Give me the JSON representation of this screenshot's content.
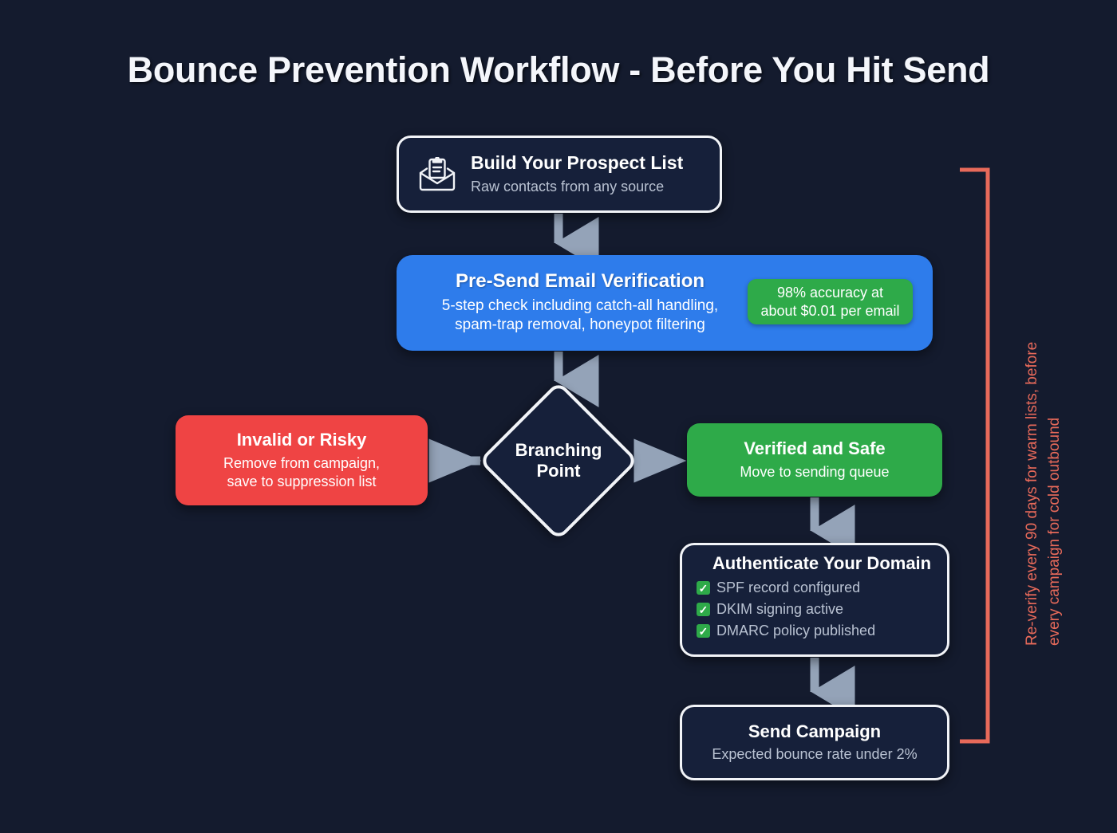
{
  "title": "Bounce Prevention Workflow - Before You Hit Send",
  "colors": {
    "background": "#141b2e",
    "node_fill": "#16203a",
    "node_border": "#f2f4f8",
    "blue": "#2e7ceb",
    "green": "#2eaa49",
    "red": "#ef4444",
    "arrow": "#94a3b8",
    "loop": "#e86a5a",
    "subtext": "#b9c2d2"
  },
  "nodes": {
    "build": {
      "icon": "open-envelope-document-icon",
      "title": "Build Your Prospect List",
      "subtitle": "Raw contacts from any source"
    },
    "verify": {
      "title": "Pre-Send Email Verification",
      "subtitle_line1": "5-step check including catch-all handling,",
      "subtitle_line2": "spam-trap removal, honeypot filtering",
      "badge_line1": "98% accuracy at",
      "badge_line2": "about $0.01 per email"
    },
    "branch": {
      "label_line1": "Branching",
      "label_line2": "Point"
    },
    "invalid": {
      "title": "Invalid or Risky",
      "subtitle_line1": "Remove from campaign,",
      "subtitle_line2": "save to suppression list"
    },
    "verified": {
      "title": "Verified and Safe",
      "subtitle": "Move to sending queue"
    },
    "auth": {
      "title": "Authenticate Your Domain",
      "checks": [
        {
          "mark": "✓",
          "label": "SPF record configured"
        },
        {
          "mark": "✓",
          "label": "DKIM signing active"
        },
        {
          "mark": "✓",
          "label": "DMARC policy published"
        }
      ]
    },
    "send": {
      "title": "Send Campaign",
      "subtitle": "Expected bounce rate under 2%"
    }
  },
  "feedback_loop": {
    "line1": "Re-verify every 90 days for warm lists, before",
    "line2": "every campaign for cold outbound"
  }
}
